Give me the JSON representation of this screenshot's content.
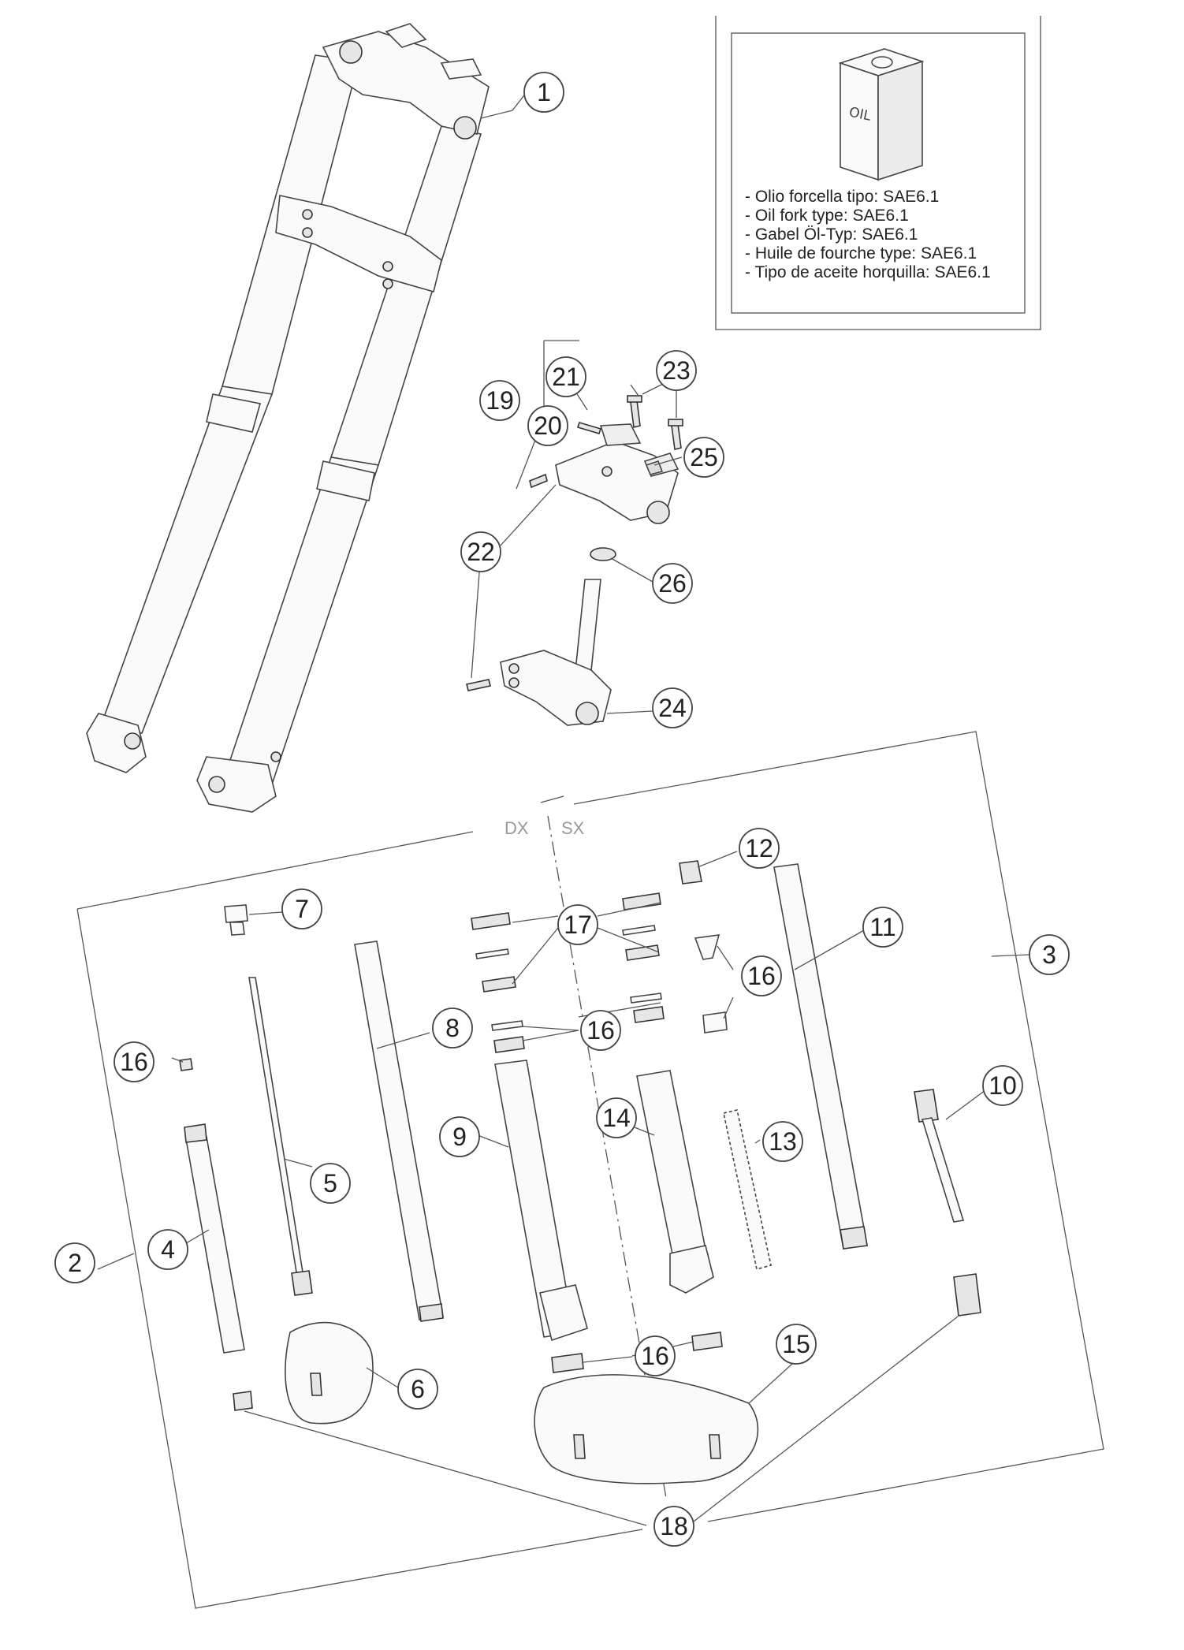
{
  "notes": {
    "oil_label": "OIL",
    "lines": [
      "- Olio forcella tipo: SAE6.1",
      "- Oil fork type: SAE6.1",
      "- Gabel Öl-Typ: SAE6.1",
      "- Huile de fourche type: SAE6.1",
      "- Tipo de aceite horquilla: SAE6.1"
    ]
  },
  "sides": {
    "right": "DX",
    "left": "SX"
  },
  "callouts": {
    "c1": "1",
    "c2": "2",
    "c3": "3",
    "c4": "4",
    "c5": "5",
    "c6": "6",
    "c7": "7",
    "c8": "8",
    "c9": "9",
    "c10": "10",
    "c11": "11",
    "c12": "12",
    "c13": "13",
    "c14": "14",
    "c15": "15",
    "c16a": "16",
    "c16b": "16",
    "c16c": "16",
    "c16d": "16",
    "c17": "17",
    "c18": "18",
    "c19": "19",
    "c20": "20",
    "c21": "21",
    "c22": "22",
    "c23": "23",
    "c24": "24",
    "c25": "25",
    "c26": "26"
  }
}
